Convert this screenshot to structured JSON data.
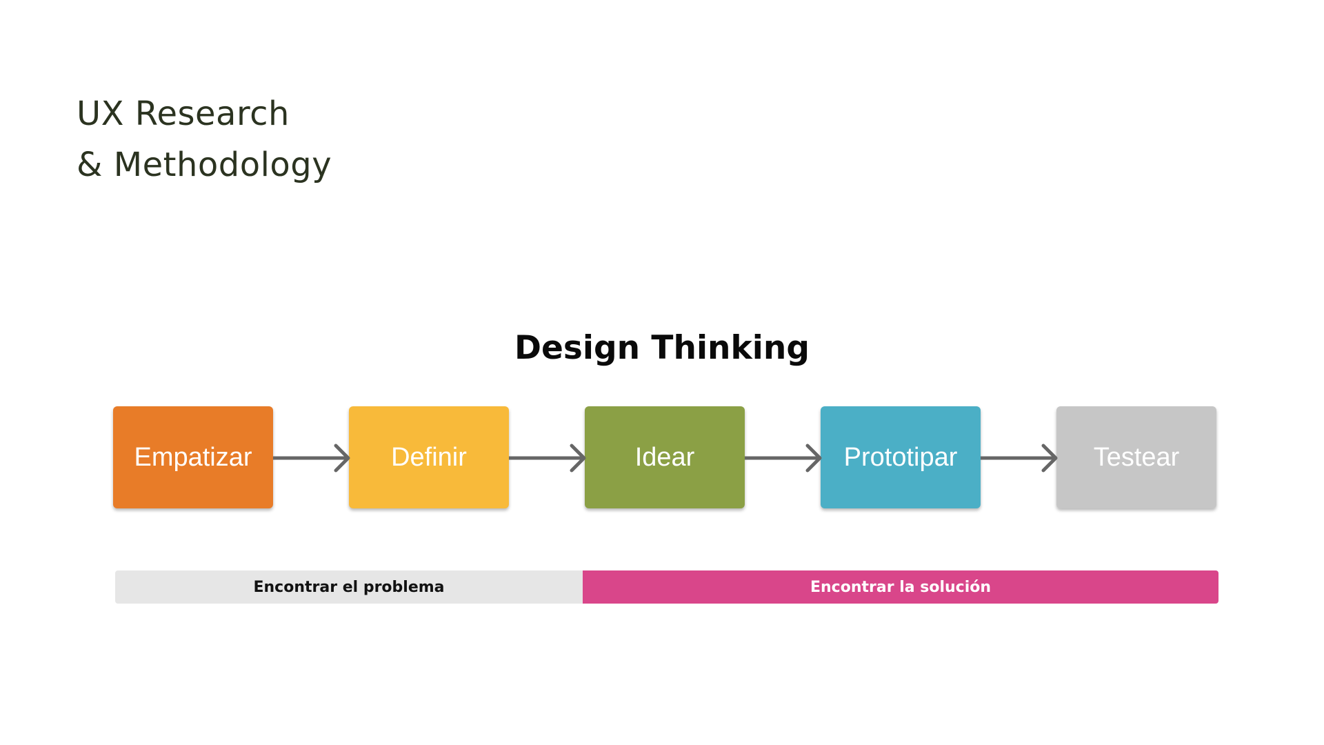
{
  "heading": {
    "line1": "UX Research",
    "line2": "& Methodology"
  },
  "diagram": {
    "title": "Design Thinking",
    "steps": [
      {
        "label": "Empatizar",
        "color": "#E87C28"
      },
      {
        "label": "Definir",
        "color": "#F8BA3A"
      },
      {
        "label": "Idear",
        "color": "#8BA045"
      },
      {
        "label": "Prototipar",
        "color": "#4BAFC6"
      },
      {
        "label": "Testear",
        "color": "#C6C6C6"
      }
    ],
    "arrow_color": "#666666",
    "phases": [
      {
        "label": "Encontrar el problema",
        "background": "#E6E6E6",
        "text_color": "#111111"
      },
      {
        "label": "Encontrar la solución",
        "background": "#D9468A",
        "text_color": "#FFFFFF"
      }
    ]
  }
}
